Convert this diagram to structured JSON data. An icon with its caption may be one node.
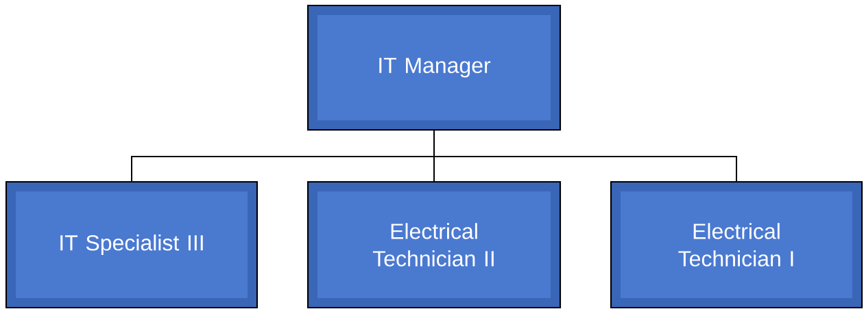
{
  "diagram": {
    "nodes": [
      {
        "text": [
          "IT Manager"
        ]
      },
      {
        "text": [
          "IT Specialist III"
        ]
      },
      {
        "text": [
          "Electrical Technician II"
        ]
      },
      {
        "text": [
          "Electrical Technician I"
        ]
      }
    ],
    "edges": [
      {
        "from": 0,
        "to": 1,
        "arrow": "none"
      },
      {
        "from": 0,
        "to": 2,
        "arrow": "none"
      },
      {
        "from": 0,
        "to": 3,
        "arrow": "none"
      }
    ]
  }
}
